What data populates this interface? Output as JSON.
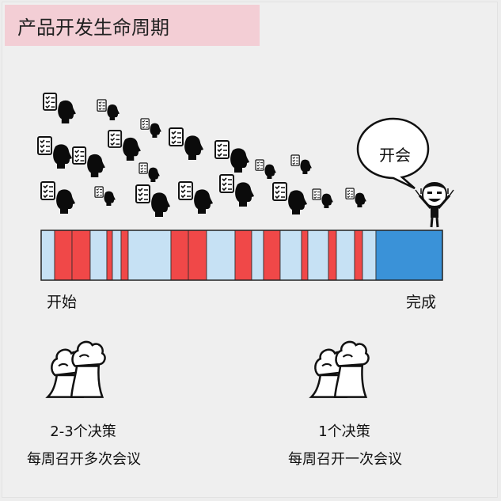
{
  "title": "产品开发生命周期",
  "timeline": {
    "start_label": "开始",
    "end_label": "完成",
    "bars": [
      {
        "color": "#c6e1f4"
      },
      {
        "color": "#f04848"
      },
      {
        "color": "#f04848"
      },
      {
        "color": "#c6e1f4"
      },
      {
        "color": "#f04848"
      },
      {
        "color": "#c6e1f4"
      },
      {
        "color": "#f04848"
      },
      {
        "color": "#c6e1f4"
      },
      {
        "color": "#f04848"
      },
      {
        "color": "#f04848"
      },
      {
        "color": "#c6e1f4"
      },
      {
        "color": "#f04848"
      },
      {
        "color": "#c6e1f4"
      },
      {
        "color": "#f04848"
      },
      {
        "color": "#c6e1f4"
      },
      {
        "color": "#f04848"
      },
      {
        "color": "#c6e1f4"
      },
      {
        "color": "#f04848"
      },
      {
        "color": "#c6e1f4"
      },
      {
        "color": "#f04848"
      },
      {
        "color": "#c6e1f4"
      },
      {
        "color": "#3a92d8"
      }
    ]
  },
  "speech_bubble": "开会",
  "left_caption": {
    "line1": "2-3个决策",
    "line2": "每周召开多次会议"
  },
  "right_caption": {
    "line1": "1个决策",
    "line2": "每周召开一次会议"
  },
  "colors": {
    "meeting_red": "#f04848",
    "work_light_blue": "#c6e1f4",
    "done_blue": "#3a92d8",
    "title_bg": "#f3ced5"
  }
}
